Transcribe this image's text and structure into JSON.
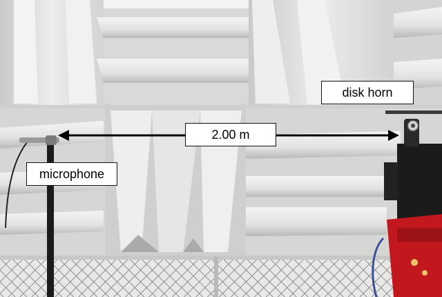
{
  "labels": {
    "distance": "2.00 m",
    "disk_horn": "disk horn",
    "microphone": "microphone"
  },
  "colors": {
    "foam": "#e4e5e3",
    "foam_shadow": "#b9bbb8",
    "foam_highlight": "#f3f3f1",
    "frame": "#cfd0cd",
    "floor_mesh": "#8d8f8c",
    "stand": "#1b1b1b",
    "horn_base": "#c2181d",
    "arrow": "#000000"
  }
}
